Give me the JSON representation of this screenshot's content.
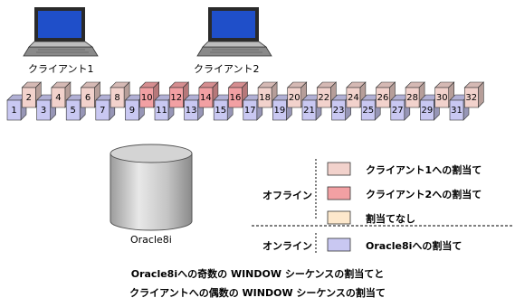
{
  "clients": [
    {
      "label": "クライアント1"
    },
    {
      "label": "クライアント2"
    }
  ],
  "sequence": [
    {
      "n": "1",
      "group": "oracle"
    },
    {
      "n": "2",
      "group": "client1"
    },
    {
      "n": "3",
      "group": "oracle"
    },
    {
      "n": "4",
      "group": "client1"
    },
    {
      "n": "5",
      "group": "oracle"
    },
    {
      "n": "6",
      "group": "client1"
    },
    {
      "n": "7",
      "group": "oracle"
    },
    {
      "n": "8",
      "group": "client1"
    },
    {
      "n": "9",
      "group": "oracle"
    },
    {
      "n": "10",
      "group": "client2"
    },
    {
      "n": "11",
      "group": "oracle"
    },
    {
      "n": "12",
      "group": "client2"
    },
    {
      "n": "13",
      "group": "oracle"
    },
    {
      "n": "14",
      "group": "client2"
    },
    {
      "n": "15",
      "group": "oracle"
    },
    {
      "n": "16",
      "group": "client2"
    },
    {
      "n": "17",
      "group": "oracle"
    },
    {
      "n": "18",
      "group": "client1"
    },
    {
      "n": "19",
      "group": "oracle"
    },
    {
      "n": "20",
      "group": "client1"
    },
    {
      "n": "21",
      "group": "oracle"
    },
    {
      "n": "22",
      "group": "client1"
    },
    {
      "n": "23",
      "group": "oracle"
    },
    {
      "n": "24",
      "group": "client1"
    },
    {
      "n": "25",
      "group": "oracle"
    },
    {
      "n": "26",
      "group": "client1"
    },
    {
      "n": "27",
      "group": "oracle"
    },
    {
      "n": "28",
      "group": "client1"
    },
    {
      "n": "29",
      "group": "oracle"
    },
    {
      "n": "30",
      "group": "client1"
    },
    {
      "n": "31",
      "group": "oracle"
    },
    {
      "n": "32",
      "group": "client1"
    }
  ],
  "colors": {
    "client1": "#f2d2cc",
    "client2": "#f2a0a3",
    "unassigned": "#fde8cc",
    "oracle": "#c9c8f2"
  },
  "database": {
    "label": "Oracle8i"
  },
  "legend": {
    "offline_label": "オフライン",
    "online_label": "オンライン",
    "items": [
      {
        "key": "client1",
        "label": "クライアント1への割当て"
      },
      {
        "key": "client2",
        "label": "クライアント2への割当て"
      },
      {
        "key": "unassigned",
        "label": "割当てなし"
      },
      {
        "key": "oracle",
        "label": "Oracle8iへの割当て"
      }
    ]
  },
  "caption": {
    "line1": "Oracle8iへの奇数の WINDOW シーケンスの割当てと",
    "line2": "クライアントへの偶数の WINDOW シーケンスの割当て"
  }
}
